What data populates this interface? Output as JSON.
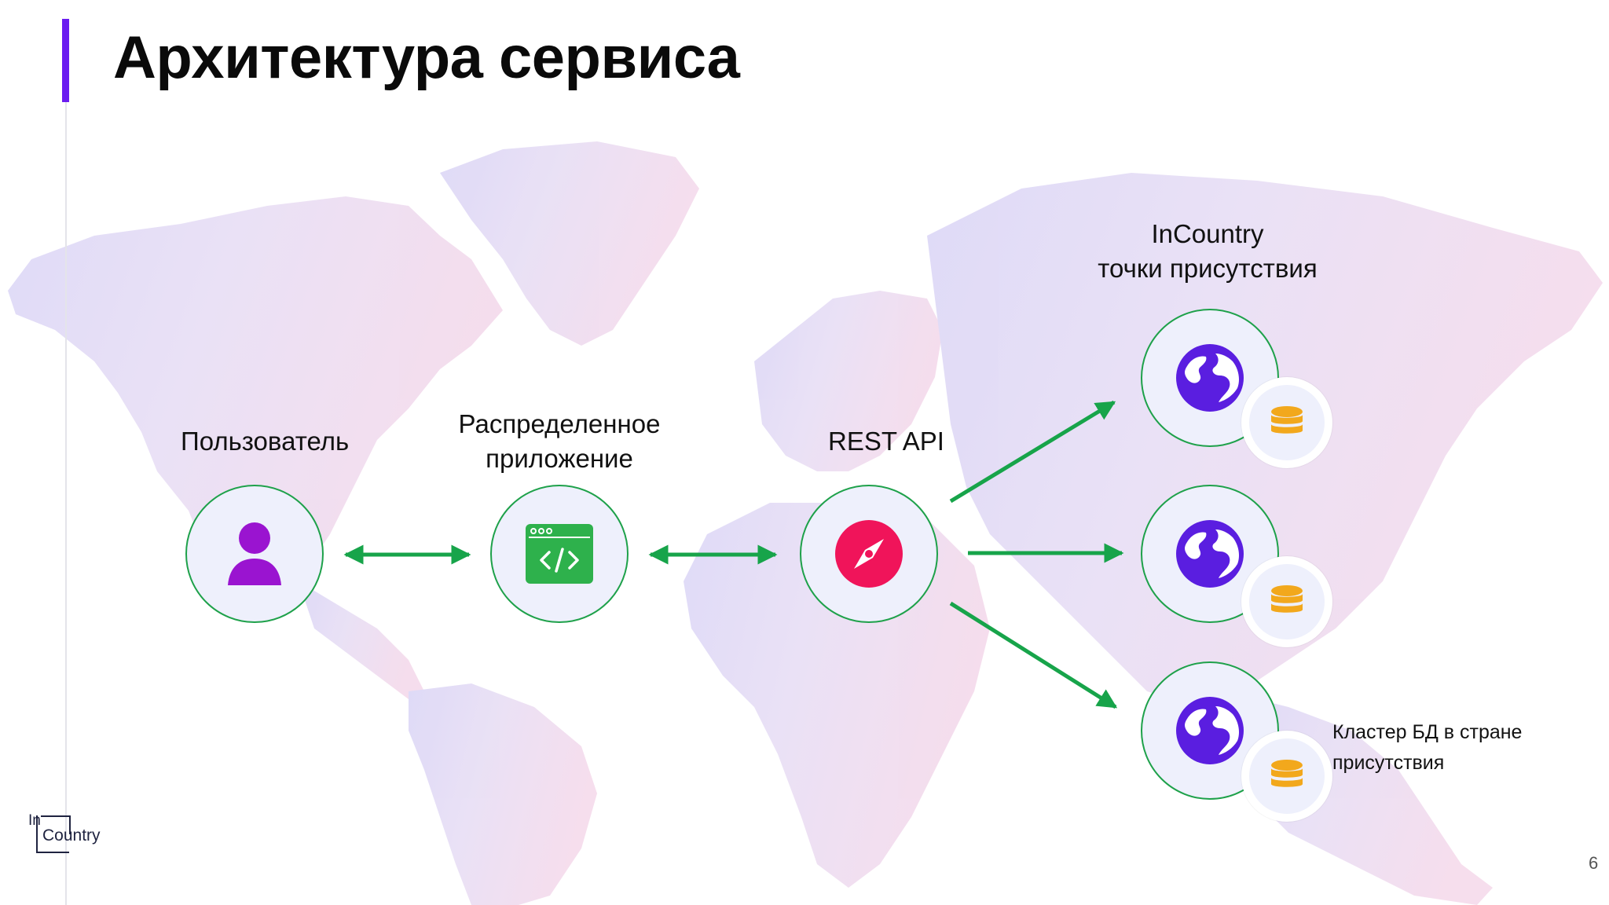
{
  "slide": {
    "title": "Архитектура сервиса",
    "page_number": "6",
    "logo": {
      "in": "In",
      "country": "Country"
    }
  },
  "labels": {
    "user": "Пользователь",
    "app_line1": "Распределенное",
    "app_line2": "приложение",
    "api": "REST API",
    "pop_line1": "InCountry",
    "pop_line2": "точки присутствия",
    "cluster_line1": "Кластер БД в стране",
    "cluster_line2": "присутствия"
  },
  "colors": {
    "accent": "#6a1cf0",
    "connector": "#17a44a",
    "node_border": "#1ea14a",
    "node_fill": "#eef0fc",
    "user_icon": "#9a14d0",
    "app_icon": "#2eb14c",
    "api_icon": "#f0145a",
    "globe_icon": "#5a1ee0",
    "db_icon": "#f2a81c"
  },
  "icons": {
    "user": "user-icon",
    "app": "code-window-icon",
    "api": "compass-icon",
    "pop": "globe-icon",
    "db": "database-icon"
  }
}
